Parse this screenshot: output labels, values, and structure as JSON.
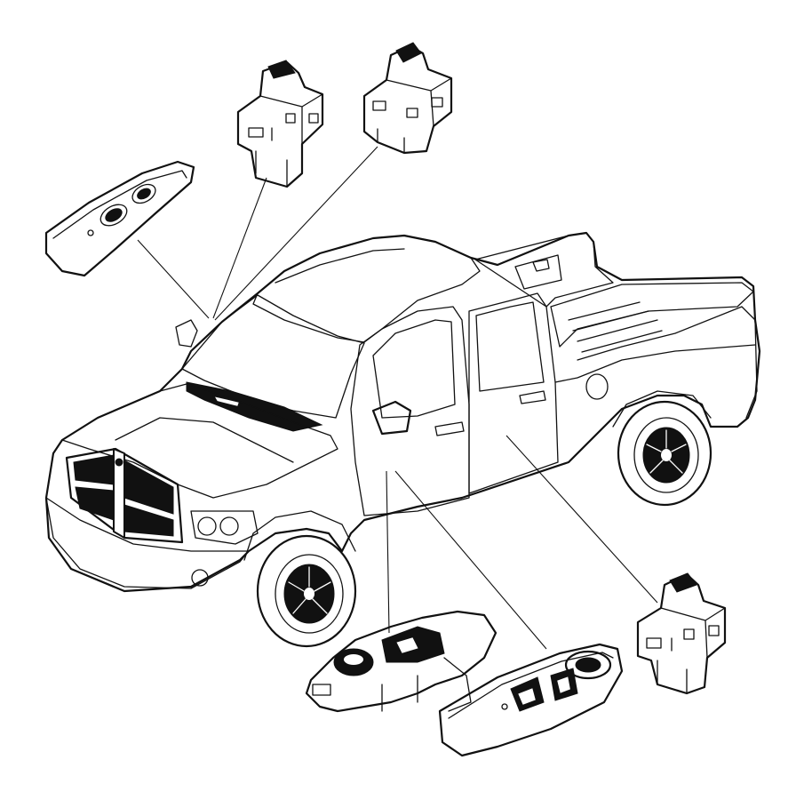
{
  "diagram": {
    "description_visible_text": "",
    "colors": {
      "ink": "#111111",
      "background": "#ffffff"
    },
    "parts": [
      {
        "id": "rear-door-window-switch-left",
        "icon": "rocker-switch-icon"
      },
      {
        "id": "rear-door-window-switch-right",
        "icon": "rocker-switch-icon"
      },
      {
        "id": "passenger-door-switch-bezel",
        "icon": "switch-bezel-icon"
      },
      {
        "id": "driver-door-switch-module",
        "icon": "switch-module-icon"
      },
      {
        "id": "driver-door-switch-bezel",
        "icon": "switch-bezel-icon"
      },
      {
        "id": "rear-door-window-switch-lower",
        "icon": "rocker-switch-icon"
      }
    ]
  }
}
